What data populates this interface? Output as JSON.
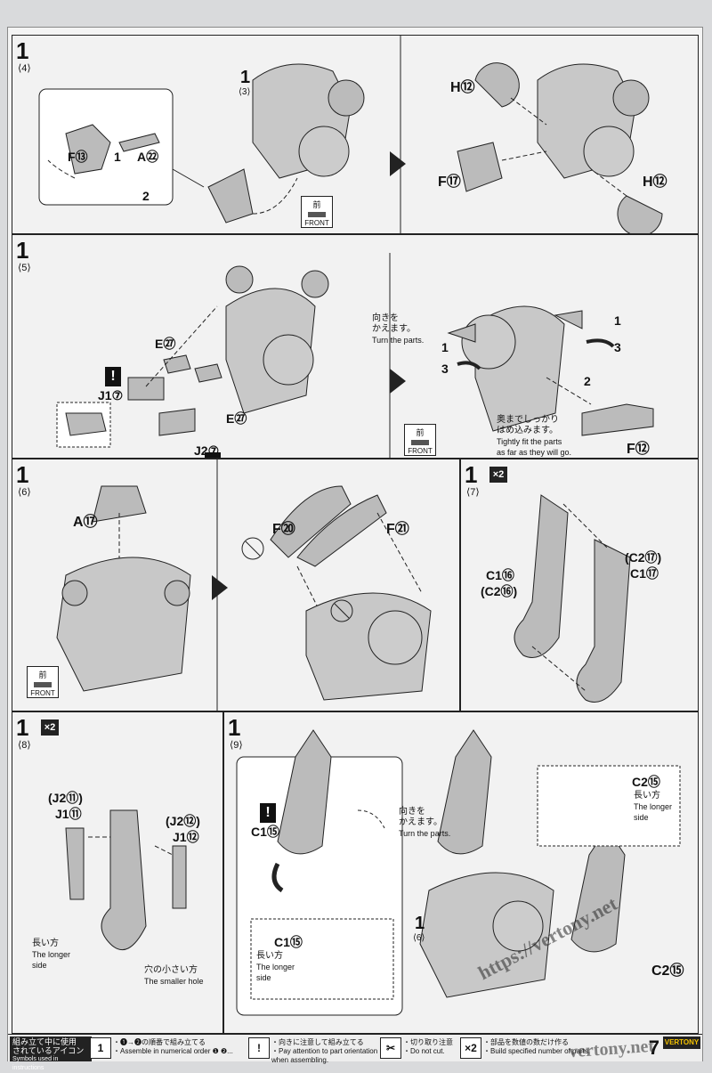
{
  "steps": [
    {
      "no": "1",
      "sub": "⟨4⟩",
      "inset_step": "1",
      "inset_sub": "⟨3⟩",
      "labels": {
        "f13": "F⑬",
        "a22": "A㉒",
        "h12a": "H⑫",
        "h12b": "H⑫",
        "f17": "F⑰",
        "n1": "1",
        "n2": "2"
      },
      "front": {
        "jp": "前",
        "en": "FRONT"
      }
    },
    {
      "no": "1",
      "sub": "⟨5⟩",
      "labels": {
        "e27a": "E㉗",
        "j17": "J1⑦",
        "e27b": "E㉗",
        "j27": "J2⑦",
        "f12": "F⑫",
        "n1a": "1",
        "n3a": "3",
        "n1b": "1",
        "n3b": "3",
        "n2": "2"
      },
      "turn": {
        "jp": "向きを\nかえます。",
        "en": "Turn the parts."
      },
      "fit": {
        "jp": "奥までしっかり\nはめ込みます。",
        "en": "Tightly fit the parts\nas far as they will go."
      },
      "front": {
        "jp": "前",
        "en": "FRONT"
      }
    },
    {
      "no": "1",
      "sub": "⟨6⟩",
      "labels": {
        "a17": "A⑰",
        "f20": "F⑳",
        "f21": "F㉑"
      },
      "front": {
        "jp": "前",
        "en": "FRONT"
      }
    },
    {
      "no": "1",
      "sub": "⟨7⟩",
      "badge": "×2",
      "labels": {
        "c16": "C1⑯",
        "c26": "(C2⑯)",
        "c27": "(C2⑰)",
        "c17": "C1⑰"
      }
    },
    {
      "no": "1",
      "sub": "⟨8⟩",
      "badge": "×2",
      "labels": {
        "j21": "(J2⑪)",
        "j11": "J1⑪",
        "j22": "(J2⑫)",
        "j12": "J1⑫"
      },
      "longer": {
        "jp": "長い方",
        "en": "The longer\nside"
      },
      "smaller": {
        "jp": "穴の小さい方",
        "en": "The smaller hole"
      }
    },
    {
      "no": "1",
      "sub": "⟨9⟩",
      "ref_step": "1",
      "ref_sub": "⟨6⟩",
      "labels": {
        "c15a": "C1⑮",
        "c15b": "C1⑮",
        "c25a": "C2⑮",
        "c25b": "C2⑮"
      },
      "turn": {
        "jp": "向きを\nかえます。",
        "en": "Turn the parts."
      },
      "longer": {
        "jp": "長い方",
        "en": "The longer\nside"
      }
    }
  ],
  "legend": {
    "title_jp": "組み立て中に使用\nされているアイコン",
    "title_en": "Symbols used in instructions",
    "items": [
      {
        "icon": "1",
        "jp": "・❶→❷の順番で組み立てる",
        "en": "・Assemble in numerical order ❶ ❷..."
      },
      {
        "icon": "!",
        "jp": "・向きに注意して組み立てる",
        "en": "・Pay attention to part orientation\nwhen assembling."
      },
      {
        "icon": "✂",
        "jp": "・切り取り注意",
        "en": "・Do not cut."
      },
      {
        "icon": "×2",
        "jp": "・部品を数値の数だけ作る",
        "en": "・Build specified number of parts."
      }
    ],
    "page": "7",
    "logo": "VERTONY"
  },
  "watermarks": [
    "https://vertony.net",
    "vertony.net"
  ]
}
